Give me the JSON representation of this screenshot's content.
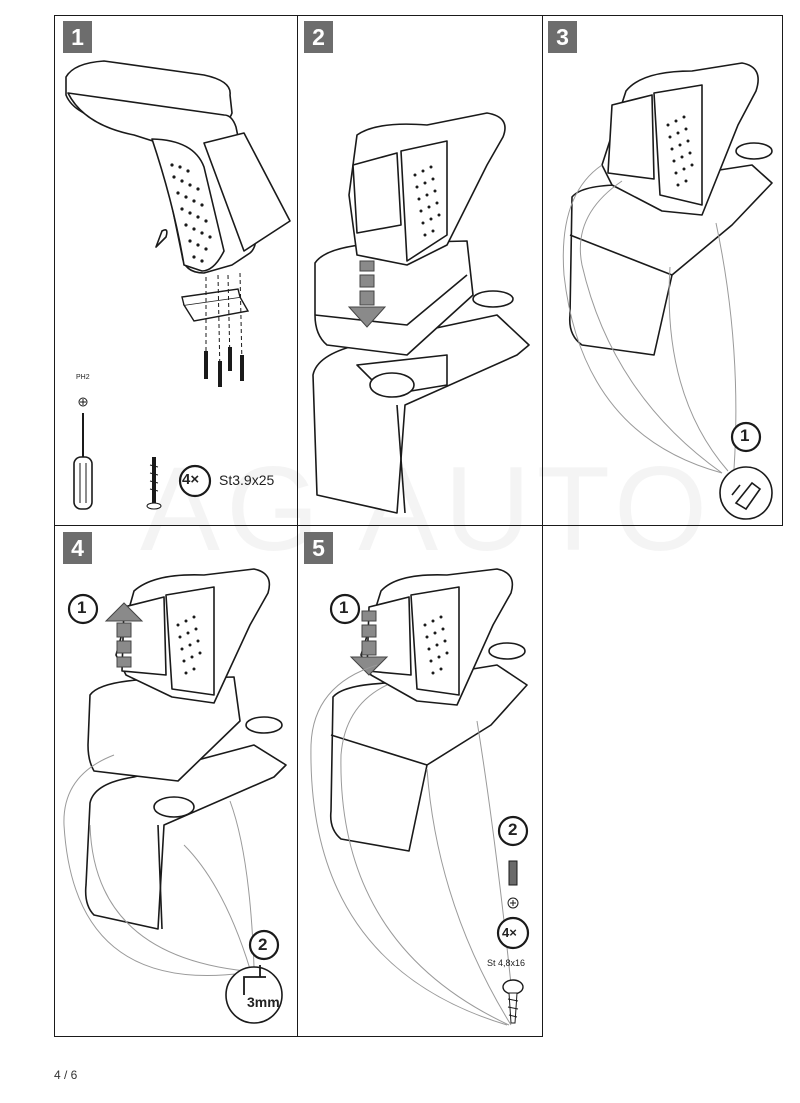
{
  "watermark": "AG AUTO",
  "steps": [
    {
      "number": "1"
    },
    {
      "number": "2"
    },
    {
      "number": "3",
      "callout": "1"
    },
    {
      "number": "4",
      "callout_1": "1",
      "callout_2": "2",
      "drill_size": "3mm"
    },
    {
      "number": "5",
      "callout_1": "1",
      "callout_2": "2",
      "screw_qty": "4×",
      "screw_spec": "St 4,8x16"
    }
  ],
  "tools": {
    "screwdriver_label": "PH2"
  },
  "screws_step1": {
    "qty": "4×",
    "spec": "St3.9x25"
  },
  "footer": {
    "page": "4 / 6"
  },
  "colors": {
    "badge": "#6d6d6d",
    "line": "#1a1a1a",
    "guide": "#9a9a9a"
  }
}
